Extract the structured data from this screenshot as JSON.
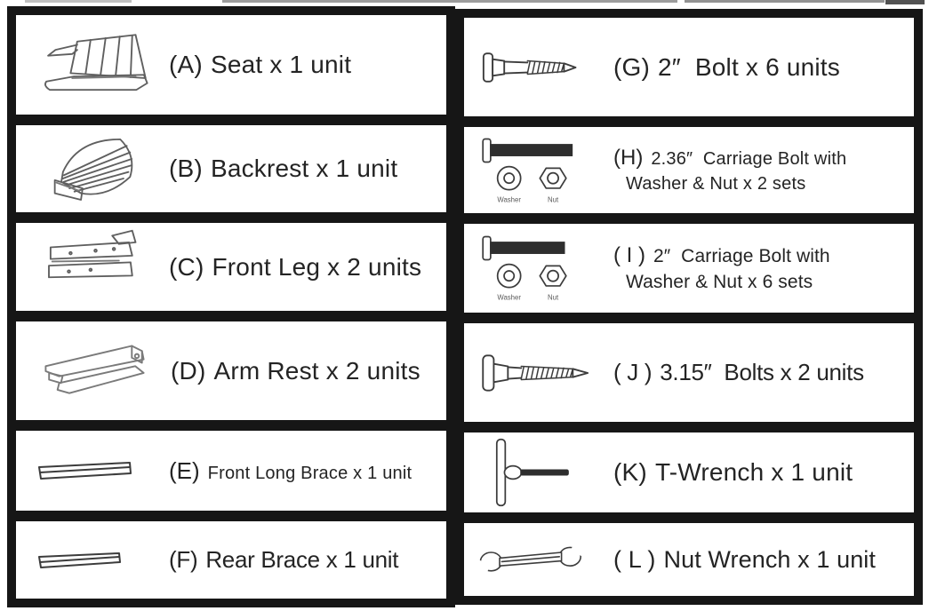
{
  "page": {
    "background": "#ffffff",
    "border_color": "#161616",
    "text_color": "#242424"
  },
  "parts_table": {
    "left_column": [
      {
        "tag": "(A)",
        "desc": "Seat x 1 unit",
        "icon": "seat-icon"
      },
      {
        "tag": "(B)",
        "desc": "Backrest x 1 unit",
        "icon": "backrest-icon"
      },
      {
        "tag": "(C)",
        "desc": "Front Leg x 2 units",
        "icon": "front-leg-icon"
      },
      {
        "tag": "(D)",
        "desc": "Arm Rest x 2 units",
        "icon": "arm-rest-icon"
      },
      {
        "tag": "(E)",
        "desc": "Front Long Brace x 1 unit",
        "icon": "front-long-brace-icon"
      },
      {
        "tag": "(F)",
        "desc": "Rear Brace x 1 unit",
        "icon": "rear-brace-icon"
      }
    ],
    "right_column": [
      {
        "tag": "(G)",
        "desc": "2″  Bolt x 6 units",
        "icon": "two-inch-bolt-icon"
      },
      {
        "tag": "(H)",
        "line1": "2.36″  Carriage Bolt with",
        "line2": "Washer & Nut x 2 sets",
        "icon": "carriage-bolt-washer-nut-icon",
        "washer_label": "Washer",
        "nut_label": "Nut"
      },
      {
        "tag": "( I )",
        "line1": "2″  Carriage Bolt with",
        "line2": "Washer & Nut x 6 sets",
        "icon": "carriage-bolt-washer-nut-icon",
        "washer_label": "Washer",
        "nut_label": "Nut"
      },
      {
        "tag": "( J )",
        "desc": "3.15″  Bolts x 2 units",
        "icon": "long-bolt-icon"
      },
      {
        "tag": "(K)",
        "desc": "T-Wrench x 1 unit",
        "icon": "t-wrench-icon"
      },
      {
        "tag": "( L )",
        "desc": "Nut Wrench x 1 unit",
        "icon": "nut-wrench-icon"
      }
    ]
  }
}
